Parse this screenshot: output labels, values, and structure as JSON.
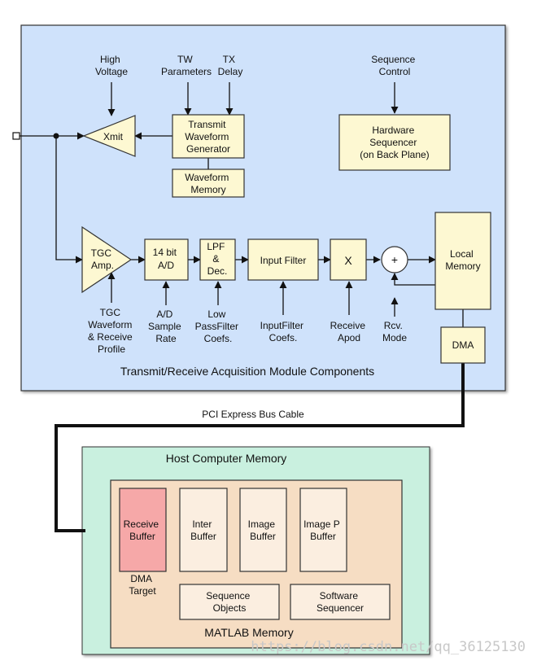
{
  "diagram": {
    "inputs": {
      "high_voltage": [
        "High",
        "Voltage"
      ],
      "tw_parameters": [
        "TW",
        "Parameters"
      ],
      "tx_delay": [
        "TX",
        "Delay"
      ],
      "sequence_control": [
        "Sequence",
        "Control"
      ]
    },
    "blocks": {
      "xmit": "Xmit",
      "transmit_waveform_generator": [
        "Transmit",
        "Waveform",
        "Generator"
      ],
      "waveform_memory": [
        "Waveform",
        "Memory"
      ],
      "hardware_sequencer": [
        "Hardware",
        "Sequencer",
        "(on Back Plane)"
      ],
      "tgc_amp": [
        "TGC",
        "Amp."
      ],
      "ad_14bit": [
        "14 bit",
        "A/D"
      ],
      "lpf_dec": [
        "LPF",
        "&",
        "Dec."
      ],
      "input_filter": "Input Filter",
      "multiplier": "X",
      "adder": "+",
      "local_memory": [
        "Local",
        "Memory"
      ],
      "dma": "DMA"
    },
    "control_labels": {
      "tgc_profile": [
        "TGC",
        "Waveform",
        "& Receive",
        "Profile"
      ],
      "ad_sample_rate": [
        "A/D",
        "Sample",
        "Rate"
      ],
      "lpf_coefs": [
        "Low",
        "PassFilter",
        "Coefs."
      ],
      "inputfilter_coefs": [
        "InputFilter",
        "Coefs."
      ],
      "receive_apod": [
        "Receive",
        "Apod"
      ],
      "rcv_mode": [
        "Rcv.",
        "Mode"
      ]
    },
    "module_title": "Transmit/Receive Acquisition Module Components",
    "bus_label": "PCI Express Bus Cable",
    "host": {
      "title": "Host Computer Memory",
      "matlab_title": "MATLAB Memory",
      "receive_buffer": [
        "Receive",
        "Buffer"
      ],
      "dma_target": [
        "DMA",
        "Target"
      ],
      "inter_buffer": [
        "Inter",
        "Buffer"
      ],
      "image_buffer": [
        "Image",
        "Buffer"
      ],
      "image_p_buffer": [
        "Image P",
        "Buffer"
      ],
      "sequence_objects": [
        "Sequence",
        "Objects"
      ],
      "software_sequencer": [
        "Software",
        "Sequencer"
      ]
    },
    "watermark": "https://blog.csdn.net/qq_36125130",
    "colors": {
      "module_bg": "#cfe2fb",
      "block_fill": "#fdf8d2",
      "host_bg": "#c9f0df",
      "matlab_bg": "#f6ddc3",
      "buffer_fill": "#fbeee0",
      "receive_buffer_fill": "#f6a8a8"
    }
  }
}
